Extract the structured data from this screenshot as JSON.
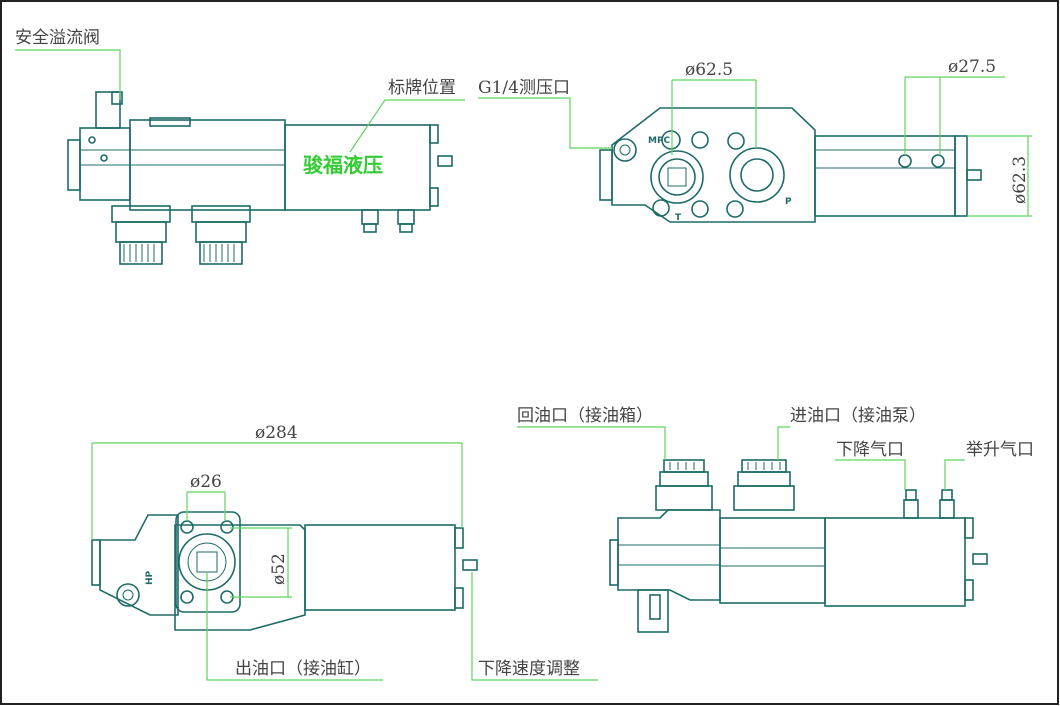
{
  "labels": {
    "relief_valve": "安全溢流阀",
    "nameplate": "标牌位置",
    "brand": "骏福液压",
    "gauge_port": "G1/4测压口",
    "dia_62_5": "ø62.5",
    "dia_27_5": "ø27.5",
    "dia_62_3": "ø62.3",
    "dia_284": "ø284",
    "dia_26": "ø26",
    "dia_52": "ø52",
    "return_port": "回油口（接油箱）",
    "inlet_port": "进油口（接油泵）",
    "lower_air": "下降气口",
    "lift_air": "举升气口",
    "outlet_port": "出油口（接油缸）",
    "speed_adjust": "下降速度调整"
  },
  "port_marks": {
    "mpc": "MPC",
    "t": "T",
    "p": "P",
    "hp": "HP"
  },
  "colors": {
    "outline": "#1d6b68",
    "leader": "#5fd35f",
    "brand": "#33cc33",
    "text": "#444444"
  }
}
